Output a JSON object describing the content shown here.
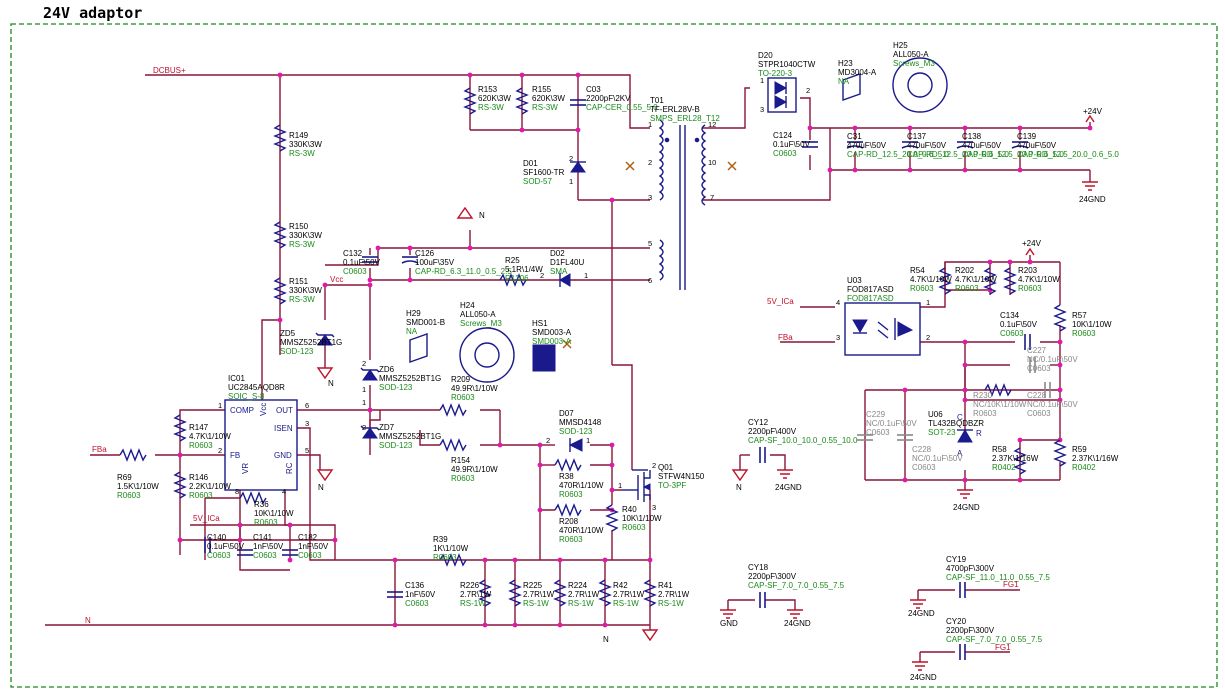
{
  "title": "24V adaptor",
  "nets": {
    "dcbus": "DCBUS+",
    "vcc": "Vcc",
    "plus24v": "+24V",
    "gnd24": "24GND",
    "n": "N",
    "fba": "FBa",
    "v5ica": "5V_ICa",
    "gnd": "GND",
    "fg1": "FG1"
  },
  "components": {
    "R153": {
      "ref": "R153",
      "value": "620K\\3W",
      "pkg": "RS-3W"
    },
    "R155": {
      "ref": "R155",
      "value": "620K\\3W",
      "pkg": "RS-3W"
    },
    "C03": {
      "ref": "C03",
      "value": "2200pF\\2KV",
      "pkg": "CAP-CER_0.55_5.0"
    },
    "T01": {
      "ref": "T01",
      "value": "TF-ERL28V-B",
      "pkg": "SMPS_ERL28_T12"
    },
    "D01": {
      "ref": "D01",
      "value": "SF1600-TR",
      "pkg": "SOD-57"
    },
    "D20": {
      "ref": "D20",
      "value": "STPR1040CTW",
      "pkg": "TO-220-3"
    },
    "H23": {
      "ref": "H23",
      "value": "MD3004-A",
      "pkg": "NA"
    },
    "H25": {
      "ref": "H25",
      "value": "ALL050-A",
      "pkg": "Screws_M3"
    },
    "C124": {
      "ref": "C124",
      "value": "0.1uF\\50V",
      "pkg": "C0603"
    },
    "C31": {
      "ref": "C31",
      "value": "470uF\\50V",
      "pkg": "CAP-RD_12.5_20.0_0.6_5.0"
    },
    "C137": {
      "ref": "C137",
      "value": "470uF\\50V",
      "pkg": "CAP-RD_12.5_20.0_0.6_5.0"
    },
    "C138": {
      "ref": "C138",
      "value": "470uF\\50V",
      "pkg": "CAP-RD_12.5_20.0_0.6_5.0"
    },
    "C139": {
      "ref": "C139",
      "value": "470uF\\50V",
      "pkg": "CAP-RD_12.5_20.0_0.6_5.0"
    },
    "R149": {
      "ref": "R149",
      "value": "330K\\3W",
      "pkg": "RS-3W"
    },
    "R150": {
      "ref": "R150",
      "value": "330K\\3W",
      "pkg": "RS-3W"
    },
    "R151": {
      "ref": "R151",
      "value": "330K\\3W",
      "pkg": "RS-3W"
    },
    "C132": {
      "ref": "C132",
      "value": "0.1uF\\50V",
      "pkg": "C0603"
    },
    "C126": {
      "ref": "C126",
      "value": "100uF\\35V",
      "pkg": "CAP-RD_6.3_11.0_0.5_2.5"
    },
    "R25": {
      "ref": "R25",
      "value": "5.1R\\1/4W",
      "pkg": "R1206"
    },
    "D02": {
      "ref": "D02",
      "value": "D1FL40U",
      "pkg": "SMA"
    },
    "ZD5": {
      "ref": "ZD5",
      "value": "MMSZ5252BT1G",
      "pkg": "SOD-123"
    },
    "H29": {
      "ref": "H29",
      "value": "SMD001-B",
      "pkg": "NA"
    },
    "H24": {
      "ref": "H24",
      "value": "ALL050-A",
      "pkg": "Screws_M3"
    },
    "HS1": {
      "ref": "HS1",
      "value": "SMD003-A",
      "pkg": "SMD003-A"
    },
    "IC01": {
      "ref": "IC01",
      "value": "UC2845AQD8R",
      "pkg": "SOIC_S-8"
    },
    "ZD6": {
      "ref": "ZD6",
      "value": "MMSZ5252BT1G",
      "pkg": "SOD-123"
    },
    "ZD7": {
      "ref": "ZD7",
      "value": "MMSZ5252BT1G",
      "pkg": "SOD-123"
    },
    "R209": {
      "ref": "R209",
      "value": "49.9R\\1/10W",
      "pkg": "R0603"
    },
    "R154": {
      "ref": "R154",
      "value": "49.9R\\1/10W",
      "pkg": "R0603"
    },
    "D07": {
      "ref": "D07",
      "value": "MMSD4148",
      "pkg": "SOD-123"
    },
    "R38": {
      "ref": "R38",
      "value": "470R\\1/10W",
      "pkg": "R0603"
    },
    "R208": {
      "ref": "R208",
      "value": "470R\\1/10W",
      "pkg": "R0603"
    },
    "R40": {
      "ref": "R40",
      "value": "10K\\1/10W",
      "pkg": "R0603"
    },
    "Q01": {
      "ref": "Q01",
      "value": "STFW4N150",
      "pkg": "TO-3PF"
    },
    "R147": {
      "ref": "R147",
      "value": "4.7K\\1/10W",
      "pkg": "R0603"
    },
    "R146": {
      "ref": "R146",
      "value": "2.2K\\1/10W",
      "pkg": "R0603"
    },
    "R69": {
      "ref": "R69",
      "value": "1.5K\\1/10W",
      "pkg": "R0603"
    },
    "R36": {
      "ref": "R36",
      "value": "10K\\1/10W",
      "pkg": "R0603"
    },
    "C140": {
      "ref": "C140",
      "value": "0.1uF\\50V",
      "pkg": "C0603"
    },
    "C141": {
      "ref": "C141",
      "value": "1nF\\50V",
      "pkg": "C0603"
    },
    "C182": {
      "ref": "C182",
      "value": "1nF\\50V",
      "pkg": "C0603"
    },
    "R39": {
      "ref": "R39",
      "value": "1K\\1/10W",
      "pkg": "R0603"
    },
    "C136": {
      "ref": "C136",
      "value": "1nF\\50V",
      "pkg": "C0603"
    },
    "R226": {
      "ref": "R226",
      "value": "2.7R\\1W",
      "pkg": "RS-1W"
    },
    "R225": {
      "ref": "R225",
      "value": "2.7R\\1W",
      "pkg": "RS-1W"
    },
    "R224": {
      "ref": "R224",
      "value": "2.7R\\1W",
      "pkg": "RS-1W"
    },
    "R42": {
      "ref": "R42",
      "value": "2.7R\\1W",
      "pkg": "RS-1W"
    },
    "R41": {
      "ref": "R41",
      "value": "2.7R\\1W",
      "pkg": "RS-1W"
    },
    "CY12": {
      "ref": "CY12",
      "value": "2200pF\\400V",
      "pkg": "CAP-SF_10.0_10.0_0.55_10.0"
    },
    "CY18": {
      "ref": "CY18",
      "value": "2200pF\\300V",
      "pkg": "CAP-SF_7.0_7.0_0.55_7.5"
    },
    "CY19": {
      "ref": "CY19",
      "value": "4700pF\\300V",
      "pkg": "CAP-SF_11.0_11.0_0.55_7.5"
    },
    "CY20": {
      "ref": "CY20",
      "value": "2200pF\\300V",
      "pkg": "CAP-SF_7.0_7.0_0.55_7.5"
    },
    "U03": {
      "ref": "U03",
      "value": "FOD817ASD",
      "pkg": "FOD817ASD"
    },
    "R54": {
      "ref": "R54",
      "value": "4.7K\\1/10W",
      "pkg": "R0603"
    },
    "R202": {
      "ref": "R202",
      "value": "4.7K\\1/10W",
      "pkg": "R0603"
    },
    "R203": {
      "ref": "R203",
      "value": "4.7K\\1/10W",
      "pkg": "R0603"
    },
    "R57": {
      "ref": "R57",
      "value": "10K\\1/10W",
      "pkg": "R0603"
    },
    "C134": {
      "ref": "C134",
      "value": "0.1uF\\50V",
      "pkg": "C0603"
    },
    "C227": {
      "ref": "C227",
      "value": "NC/0.1uF\\50V",
      "pkg": "C0603"
    },
    "R230": {
      "ref": "R230",
      "value": "NC/10K\\1/10W",
      "pkg": "R0603"
    },
    "C228b": {
      "ref": "C228",
      "value": "NC/0.1uF\\50V",
      "pkg": "C0603"
    },
    "C229": {
      "ref": "C229",
      "value": "NC/0.1uF\\50V",
      "pkg": "C0603"
    },
    "C228": {
      "ref": "C228",
      "value": "NC/0.1uF\\50V",
      "pkg": "C0603"
    },
    "U06": {
      "ref": "U06",
      "value": "TL432BQDBZR",
      "pkg": "SOT-23"
    },
    "R58": {
      "ref": "R58",
      "value": "2.37K\\1/16W",
      "pkg": "R0402"
    },
    "R59": {
      "ref": "R59",
      "value": "2.37K\\1/16W",
      "pkg": "R0402"
    }
  },
  "ic_pins": {
    "comp": "COMP",
    "fb": "FB",
    "vr": "VR",
    "rc": "RC",
    "vcc": "Vcc",
    "out": "OUT",
    "isen": "ISEN",
    "gnd": "GND"
  },
  "pin_numbers": {
    "p1": "1",
    "p2": "2",
    "p3": "3",
    "p4": "4",
    "p5": "5",
    "p6": "6",
    "p7": "7",
    "p8": "8",
    "p10": "10",
    "p12": "12"
  },
  "tl432_pins": {
    "c": "C",
    "a": "A",
    "r": "R"
  }
}
